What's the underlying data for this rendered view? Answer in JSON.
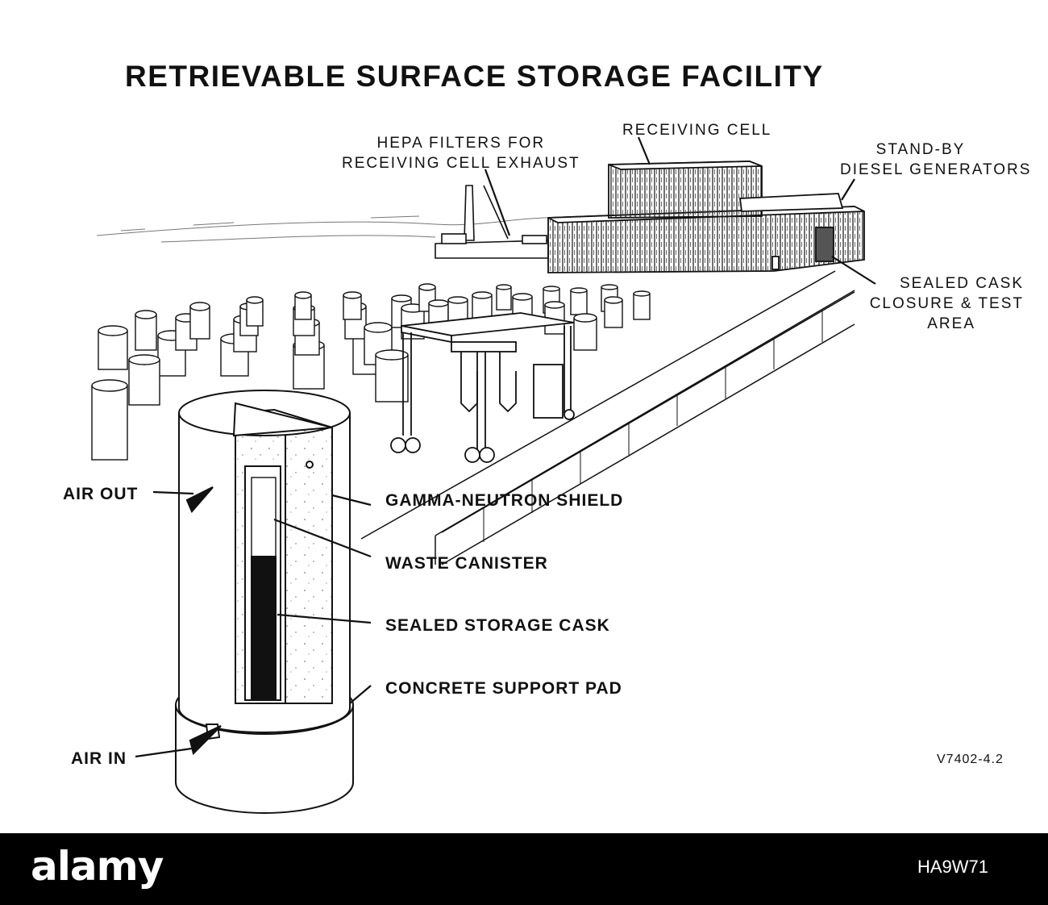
{
  "title": "RETRIEVABLE SURFACE STORAGE FACILITY",
  "labels": {
    "hepa_filters_line1": "HEPA FILTERS FOR",
    "hepa_filters_line2": "RECEIVING CELL EXHAUST",
    "receiving_cell": "RECEIVING CELL",
    "standby_line1": "STAND-BY",
    "standby_line2": "DIESEL GENERATORS",
    "sealed_cask_line1": "SEALED CASK",
    "sealed_cask_line2": "CLOSURE & TEST",
    "sealed_cask_line3": "AREA",
    "air_out": "AIR OUT",
    "gamma_neutron_shield": "GAMMA-NEUTRON SHIELD",
    "waste_canister": "WASTE CANISTER",
    "sealed_storage_cask": "SEALED STORAGE CASK",
    "concrete_support_pad": "CONCRETE SUPPORT PAD",
    "air_in": "AIR IN"
  },
  "figure_code": "V7402-4.2",
  "stock_bar": {
    "logo": "alamy",
    "image_id": "HA9W71"
  }
}
